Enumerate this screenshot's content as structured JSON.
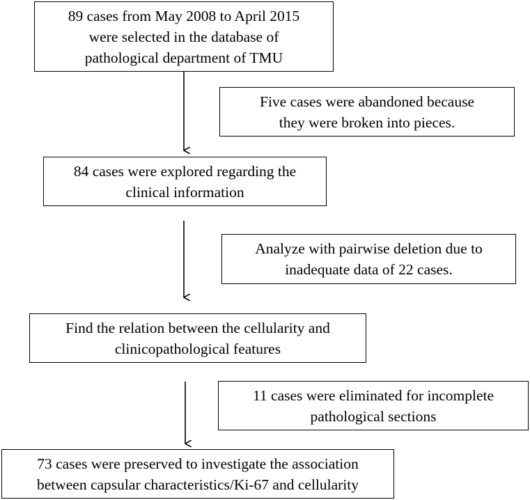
{
  "flow": {
    "step1": {
      "lines": [
        "89 cases from May 2008 to April 2015",
        "were selected in the database of",
        "pathological department of TMU"
      ]
    },
    "note1": {
      "lines": [
        "Five cases were abandoned because",
        "they were broken into pieces."
      ]
    },
    "step2": {
      "lines": [
        "84 cases were explored regarding the",
        "clinical information"
      ]
    },
    "note2": {
      "lines": [
        "Analyze with pairwise deletion due to",
        "inadequate data of 22 cases."
      ]
    },
    "step3": {
      "lines": [
        "Find the relation between the cellularity and",
        "clinicopathological features"
      ]
    },
    "note3": {
      "lines": [
        "11 cases were eliminated  for incomplete",
        "pathological sections"
      ]
    },
    "step4": {
      "lines": [
        "73 cases were preserved to investigate the association",
        "between capsular characteristics/Ki-67 and cellularity"
      ]
    }
  }
}
